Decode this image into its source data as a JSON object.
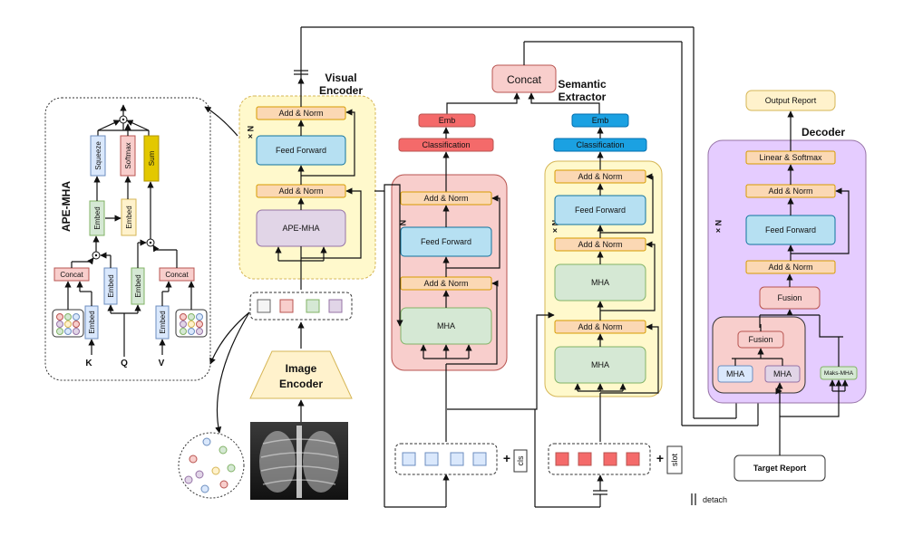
{
  "ape": {
    "title": "APE-MHA",
    "concat_left": "Concat",
    "concat_right": "Concat",
    "squeeze": "Squeeze",
    "softmax": "Softmax",
    "sum": "Sum",
    "embed_mid": "Embed",
    "embed_mid2": "Embed",
    "embed_k": "Embed",
    "embed_q1": "Embed",
    "embed_q2": "Embed",
    "embed_v": "Embed",
    "k": "K",
    "q": "Q",
    "v": "V"
  },
  "visual": {
    "title_line1": "Visual",
    "title_line2": "Encoder",
    "nx": "N ×",
    "add_norm_top": "Add & Norm",
    "feed_forward": "Feed Forward",
    "add_norm_mid": "Add & Norm",
    "ape_mha": "APE-MHA",
    "image_encoder_line1": "Image",
    "image_encoder_line2": "Encoder"
  },
  "semantic": {
    "title_line1": "Semantic",
    "title_line2": "Extractor",
    "concat": "Concat",
    "left": {
      "nx": "N ×",
      "emb": "Emb",
      "classification": "Classification",
      "add_norm_top": "Add & Norm",
      "feed_forward": "Feed Forward",
      "add_norm_bottom": "Add & Norm",
      "mha": "MHA",
      "cls": "cls"
    },
    "right": {
      "nx": "N ×",
      "emb": "Emb",
      "classification": "Classification",
      "add_norm_top": "Add & Norm",
      "feed_forward": "Feed Forward",
      "add_norm_mid": "Add & Norm",
      "mha_top": "MHA",
      "add_norm_bottom": "Add & Norm",
      "mha_bottom": "MHA",
      "slot": "slot"
    }
  },
  "decoder": {
    "title": "Decoder",
    "nx": "N ×",
    "output_report": "Output Report",
    "linear_softmax": "Linear & Softmax",
    "add_norm_top": "Add & Norm",
    "feed_forward": "Feed Forward",
    "add_norm_bottom": "Add & Norm",
    "fusion_outer": "Fusion",
    "fusion_inner": "Fusion",
    "mha_left": "MHA",
    "mha_right": "MHA",
    "mask_mha": "Maks-MHA",
    "target_report": "Target Report"
  },
  "legend": {
    "detach": "detach"
  },
  "colors": {
    "add_norm": "#fbd8b4",
    "feed_forward": "#b6e0f2",
    "mha_green": "#d5e8d4",
    "ape_purple": "#e1d5e7",
    "classification_red": "#f46a6a",
    "classification_blue": "#1ba1e2",
    "concat_pink": "#f8cecc",
    "yellow_panel": "#fff9cc",
    "red_panel": "#f8cecc",
    "decoder_panel": "#e5ccff"
  }
}
